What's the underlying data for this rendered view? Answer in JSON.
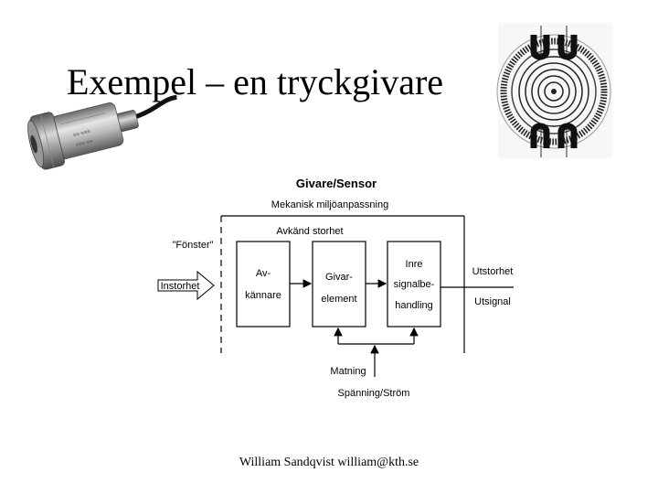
{
  "slide": {
    "title": "Exempel – en tryckgivare",
    "footer": "William Sandqvist william@kth.se"
  },
  "diagram": {
    "heading": "Givare/Sensor",
    "protection_label": "Mekanisk miljöanpassning",
    "sensed_quantity_label": "Avkänd storhet",
    "window_label": "\"Fönster\"",
    "input_label": "Instorhet",
    "block_sensor": [
      "Av-",
      "kännare"
    ],
    "block_element": [
      "Givar-",
      "element"
    ],
    "block_processing": [
      "Inre",
      "signalbe-",
      "handling"
    ],
    "output_quantity_label": "Utstorhet",
    "output_signal_label": "Utsignal",
    "supply_label": "Matning",
    "voltage_current_label": "Spänning/Ström"
  },
  "images": {
    "sensor_photo": "pressure-sensor-photo",
    "strain_gauge": "circular-strain-gauge-diaphragm"
  }
}
